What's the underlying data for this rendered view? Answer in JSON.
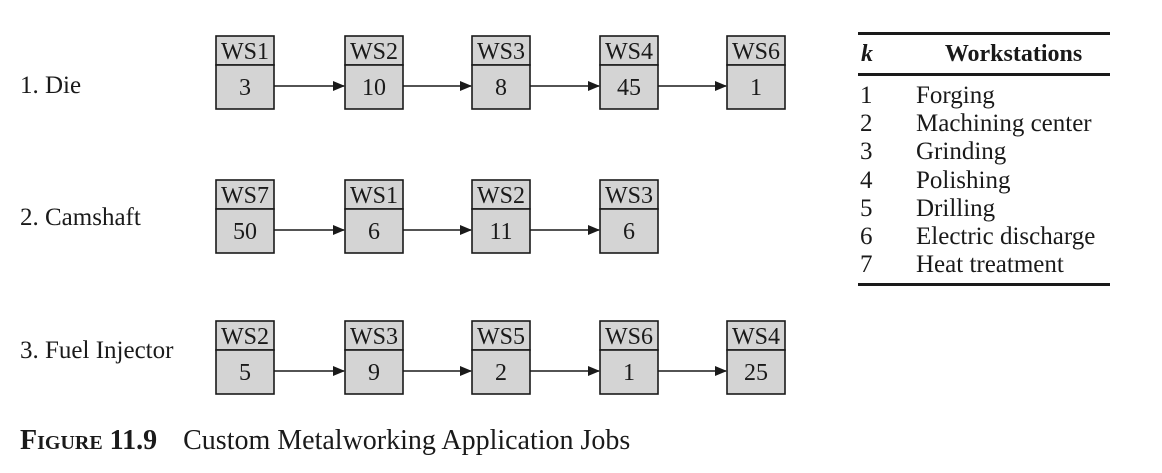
{
  "jobs": [
    {
      "label": "1. Die",
      "steps": [
        {
          "station": "WS1",
          "time": "3"
        },
        {
          "station": "WS2",
          "time": "10"
        },
        {
          "station": "WS3",
          "time": "8"
        },
        {
          "station": "WS4",
          "time": "45"
        },
        {
          "station": "WS6",
          "time": "1"
        }
      ]
    },
    {
      "label": "2. Camshaft",
      "steps": [
        {
          "station": "WS7",
          "time": "50"
        },
        {
          "station": "WS1",
          "time": "6"
        },
        {
          "station": "WS2",
          "time": "11"
        },
        {
          "station": "WS3",
          "time": "6"
        }
      ]
    },
    {
      "label": "3. Fuel Injector",
      "steps": [
        {
          "station": "WS2",
          "time": "5"
        },
        {
          "station": "WS3",
          "time": "9"
        },
        {
          "station": "WS5",
          "time": "2"
        },
        {
          "station": "WS6",
          "time": "1"
        },
        {
          "station": "WS4",
          "time": "25"
        }
      ]
    }
  ],
  "workstation_table": {
    "k_header": "k",
    "name_header": "Workstations",
    "rows": [
      {
        "k": "1",
        "name": "Forging"
      },
      {
        "k": "2",
        "name": "Machining center"
      },
      {
        "k": "3",
        "name": "Grinding"
      },
      {
        "k": "4",
        "name": "Polishing"
      },
      {
        "k": "5",
        "name": "Drilling"
      },
      {
        "k": "6",
        "name": "Electric discharge"
      },
      {
        "k": "7",
        "name": "Heat treatment"
      }
    ]
  },
  "caption": {
    "figure_label": "Figure 11.9",
    "text": "Custom Metalworking Application Jobs"
  },
  "colors": {
    "box_fill": "#d4d4d4",
    "stroke": "#1a1a1a",
    "background": "#ffffff"
  }
}
